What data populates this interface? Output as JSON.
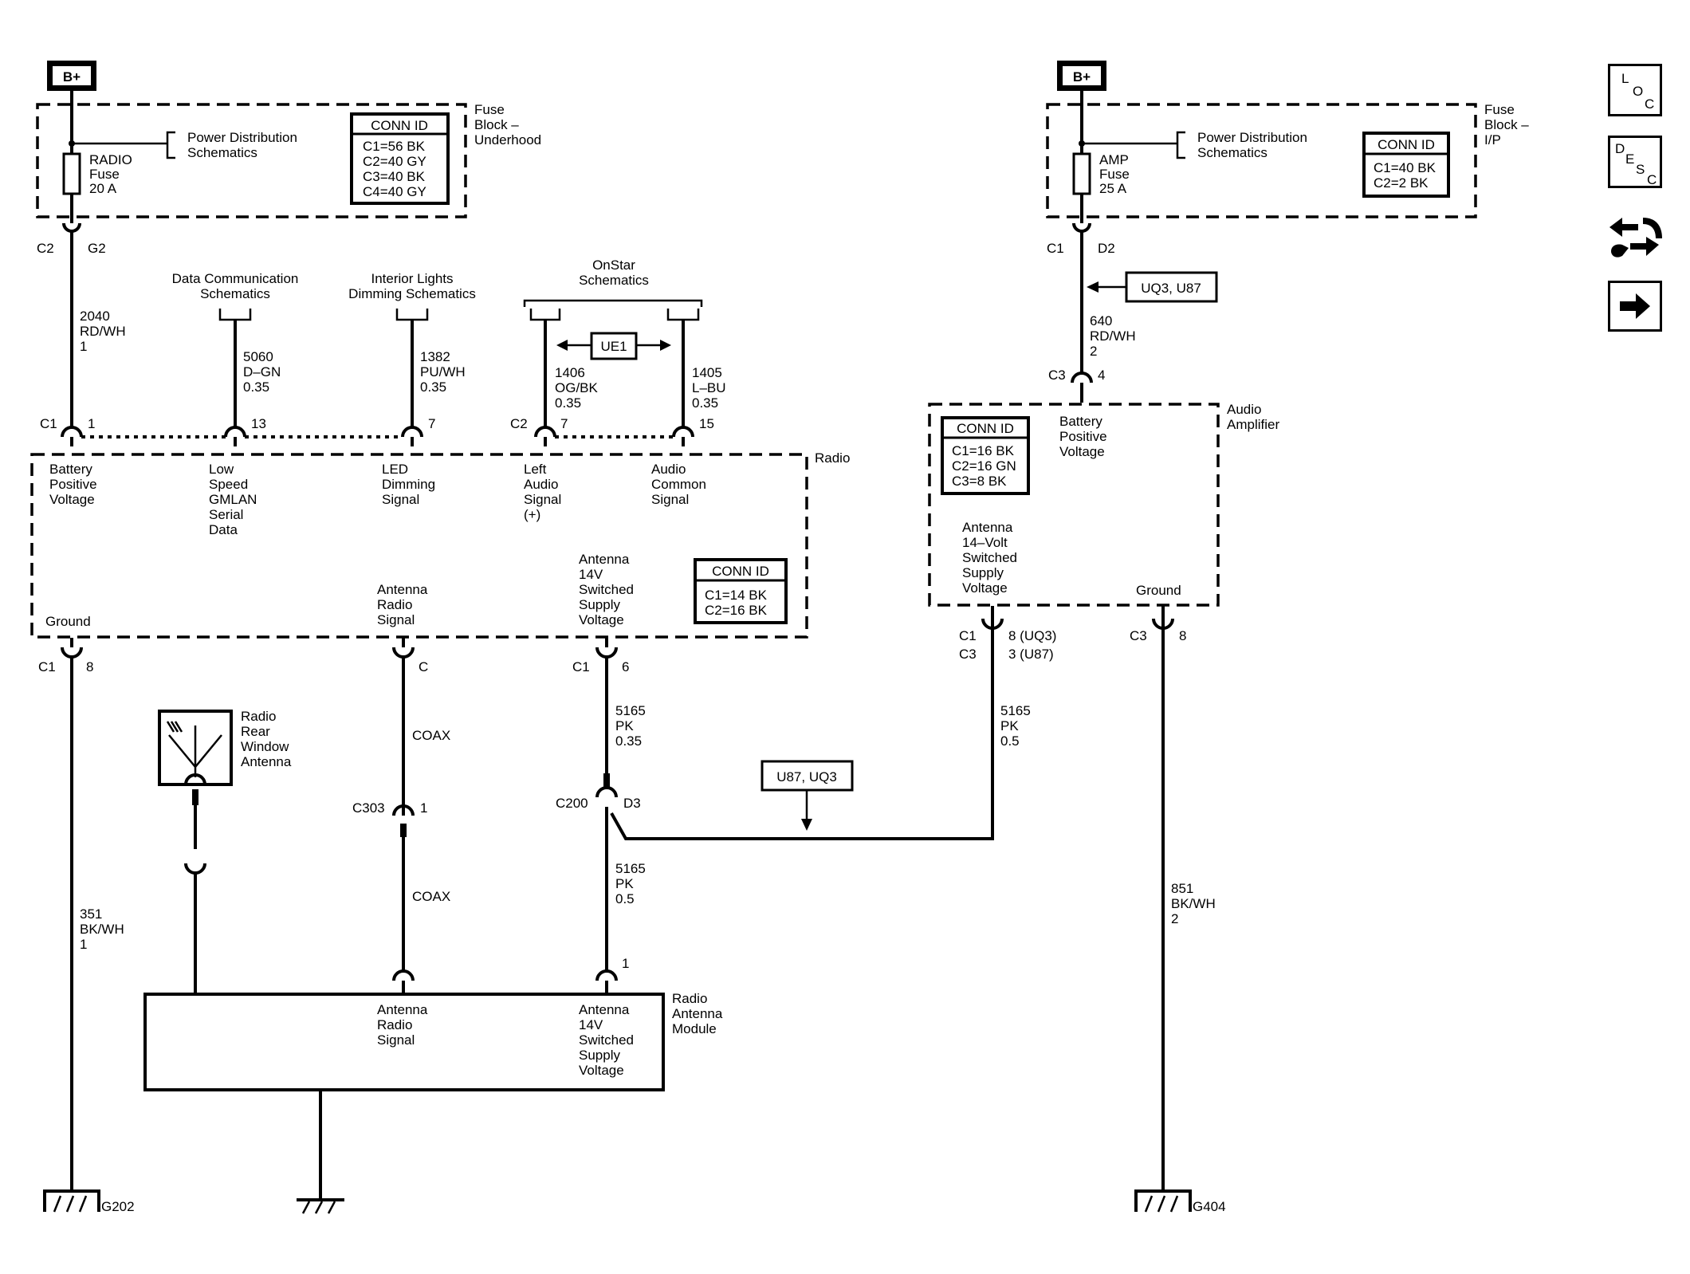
{
  "diagram": {
    "b_plus": "B+",
    "fuse_block_underhood": {
      "label1": "Fuse",
      "label2": "Block –",
      "label3": "Underhood"
    },
    "fuse_block_ip": {
      "label1": "Fuse",
      "label2": "Block –",
      "label3": "I/P"
    },
    "power_distribution": {
      "line1": "Power Distribution",
      "line2": "Schematics"
    },
    "radio_fuse": {
      "line1": "RADIO",
      "line2": "Fuse",
      "line3": "20 A"
    },
    "amp_fuse": {
      "line1": "AMP",
      "line2": "Fuse",
      "line3": "25 A"
    },
    "conn_id_title": "CONN ID",
    "conn_underhood": [
      "C1=56 BK",
      "C2=40 GY",
      "C3=40 BK",
      "C4=40 GY"
    ],
    "conn_ip": [
      "C1=40 BK",
      "C2=2 BK"
    ],
    "conn_radio": [
      "C1=14 BK",
      "C2=16 BK"
    ],
    "conn_amp": [
      "C1=16 BK",
      "C2=16 GN",
      "C3=8 BK"
    ],
    "radio_label": "Radio",
    "audio_amp_label": {
      "line1": "Audio",
      "line2": "Amplifier"
    },
    "antenna_module_label": {
      "line1": "Radio",
      "line2": "Antenna",
      "line3": "Module"
    },
    "rear_antenna_label": {
      "line1": "Radio",
      "line2": "Rear",
      "line3": "Window",
      "line4": "Antenna"
    },
    "data_comm": {
      "line1": "Data Communication",
      "line2": "Schematics"
    },
    "interior_lights": {
      "line1": "Interior Lights",
      "line2": "Dimming Schematics"
    },
    "onstar": {
      "line1": "OnStar",
      "line2": "Schematics"
    },
    "ue1": "UE1",
    "uq3_u87": "UQ3, U87",
    "u87_uq3": "U87, UQ3",
    "wire_2040": [
      "2040",
      "RD/WH",
      "1"
    ],
    "wire_5060": [
      "5060",
      "D–GN",
      "0.35"
    ],
    "wire_1382": [
      "1382",
      "PU/WH",
      "0.35"
    ],
    "wire_1406": [
      "1406",
      "OG/BK",
      "0.35"
    ],
    "wire_1405": [
      "1405",
      "L–BU",
      "0.35"
    ],
    "wire_640": [
      "640",
      "RD/WH",
      "2"
    ],
    "wire_5165a": [
      "5165",
      "PK",
      "0.35"
    ],
    "wire_5165b": [
      "5165",
      "PK",
      "0.5"
    ],
    "wire_5165c": [
      "5165",
      "PK",
      "0.5"
    ],
    "wire_351": [
      "351",
      "BK/WH",
      "1"
    ],
    "wire_851": [
      "851",
      "BK/WH",
      "2"
    ],
    "coax": "COAX",
    "pins": {
      "c2": "C2",
      "g2": "G2",
      "c1": "C1",
      "d2": "D2",
      "c3": "C3",
      "p1": "1",
      "p13": "13",
      "p7": "7",
      "p7b": "7",
      "p15": "15",
      "p4": "4",
      "p8": "8",
      "pc": "C",
      "p6": "6",
      "p1b": "1",
      "p1c": "1",
      "p8b": "8",
      "c303": "C303",
      "c200": "C200",
      "d3": "D3",
      "amp_c1_pin": "8 (UQ3)",
      "amp_c3_pin": "3 (U87)"
    },
    "radio_pins": {
      "battery": [
        "Battery",
        "Positive",
        "Voltage"
      ],
      "lowspeed": [
        "Low",
        "Speed",
        "GMLAN",
        "Serial",
        "Data"
      ],
      "led": [
        "LED",
        "Dimming",
        "Signal"
      ],
      "left_audio": [
        "Left",
        "Audio",
        "Signal",
        "(+)"
      ],
      "audio_common": [
        "Audio",
        "Common",
        "Signal"
      ],
      "ground": "Ground",
      "ant_signal": [
        "Antenna",
        "Radio",
        "Signal"
      ],
      "ant_14v": [
        "Antenna",
        "14V",
        "Switched",
        "Supply",
        "Voltage"
      ]
    },
    "amp_pins": {
      "battery": [
        "Battery",
        "Positive",
        "Voltage"
      ],
      "antenna": [
        "Antenna",
        "14–Volt",
        "Switched",
        "Supply",
        "Voltage"
      ],
      "ground": "Ground"
    },
    "module_pins": {
      "ant_signal": [
        "Antenna",
        "Radio",
        "Signal"
      ],
      "ant_14v": [
        "Antenna",
        "14V",
        "Switched",
        "Supply",
        "Voltage"
      ]
    },
    "grounds": {
      "g202": "G202",
      "g404": "G404"
    },
    "nav_icons": {
      "loc": [
        "L",
        "O",
        "C"
      ],
      "desc": [
        "D",
        "E",
        "S",
        "C"
      ]
    }
  }
}
